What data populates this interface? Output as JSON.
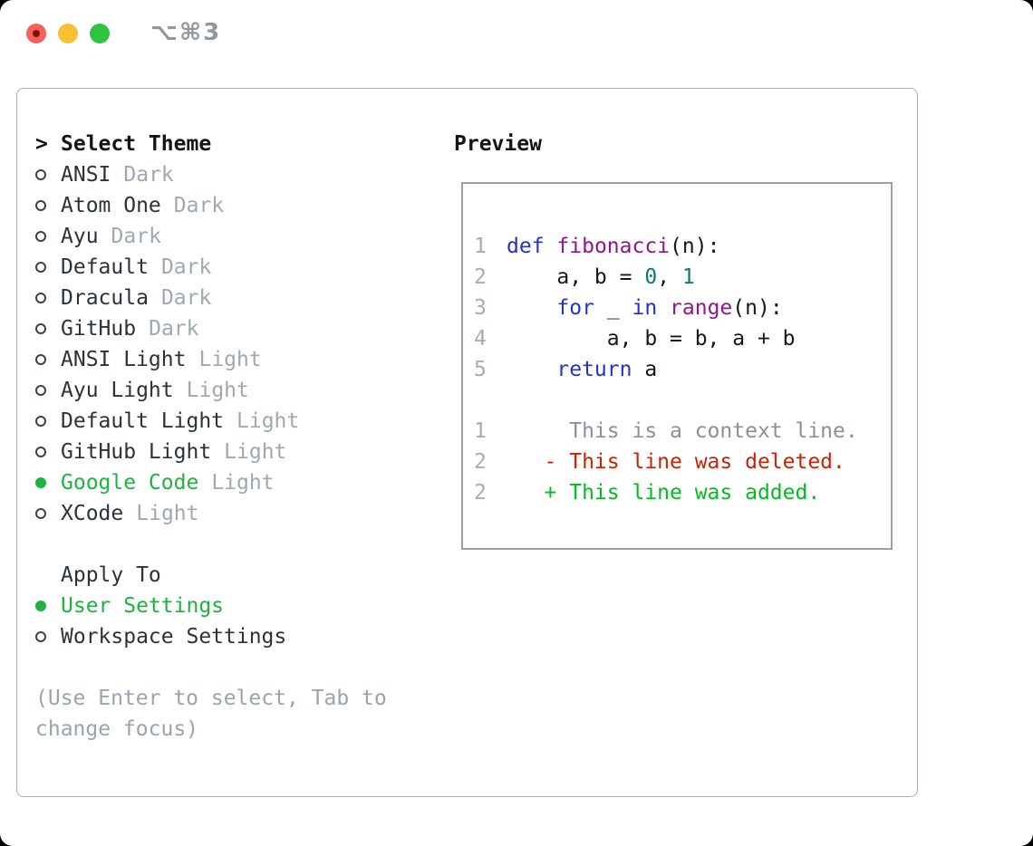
{
  "titlebar": {
    "shortcut": "⌥⌘3"
  },
  "colors": {
    "traffic_red": "#f6605a",
    "traffic_red_dot": "#870d0a",
    "traffic_yellow": "#f8c032",
    "traffic_green": "#2fc440",
    "accent_green": "#1db33e",
    "keyword_blue": "#2331cc",
    "function_purple": "#93148f",
    "number_teal": "#0d7878",
    "diff_deleted_red": "#cc2200",
    "diff_added_green": "#00bf1d"
  },
  "theme_panel": {
    "prefix": ">",
    "title": "Select Theme",
    "items": [
      {
        "name": "ANSI",
        "tag": "Dark",
        "selected": false
      },
      {
        "name": "Atom One",
        "tag": "Dark",
        "selected": false
      },
      {
        "name": "Ayu",
        "tag": "Dark",
        "selected": false
      },
      {
        "name": "Default",
        "tag": "Dark",
        "selected": false
      },
      {
        "name": "Dracula",
        "tag": "Dark",
        "selected": false
      },
      {
        "name": "GitHub",
        "tag": "Dark",
        "selected": false
      },
      {
        "name": "ANSI Light",
        "tag": "Light",
        "selected": false
      },
      {
        "name": "Ayu Light",
        "tag": "Light",
        "selected": false
      },
      {
        "name": "Default Light",
        "tag": "Light",
        "selected": false
      },
      {
        "name": "GitHub Light",
        "tag": "Light",
        "selected": false
      },
      {
        "name": "Google Code",
        "tag": "Light",
        "selected": true
      },
      {
        "name": "XCode",
        "tag": "Light",
        "selected": false
      }
    ]
  },
  "apply_panel": {
    "title": "Apply To",
    "options": [
      {
        "name": "User Settings",
        "selected": true
      },
      {
        "name": "Workspace Settings",
        "selected": false
      }
    ]
  },
  "help_text": "(Use Enter to select, Tab to change focus)",
  "preview_panel": {
    "title": "Preview",
    "code_lines": [
      {
        "num": "1",
        "tokens": [
          [
            "def",
            "kw"
          ],
          [
            " ",
            "pl"
          ],
          [
            "fibonacci",
            "fn"
          ],
          [
            "(n):",
            "pl"
          ]
        ]
      },
      {
        "num": "2",
        "tokens": [
          [
            "    a, b = ",
            "pl"
          ],
          [
            "0",
            "num"
          ],
          [
            ", ",
            "pl"
          ],
          [
            "1",
            "num"
          ]
        ]
      },
      {
        "num": "3",
        "tokens": [
          [
            "    ",
            "pl"
          ],
          [
            "for",
            "kw"
          ],
          [
            " _ ",
            "pl"
          ],
          [
            "in",
            "kw"
          ],
          [
            " ",
            "pl"
          ],
          [
            "range",
            "fn"
          ],
          [
            "(n):",
            "pl"
          ]
        ]
      },
      {
        "num": "4",
        "tokens": [
          [
            "        a, b = b, a + b",
            "pl"
          ]
        ]
      },
      {
        "num": "5",
        "tokens": [
          [
            "    ",
            "pl"
          ],
          [
            "return",
            "kw"
          ],
          [
            " a",
            "pl"
          ]
        ]
      }
    ],
    "diff_lines": [
      {
        "num": "1",
        "text": "     This is a context line.",
        "kind": "context"
      },
      {
        "num": "2",
        "text": "   - This line was deleted.",
        "kind": "deleted"
      },
      {
        "num": "2",
        "text": "   + This line was added.",
        "kind": "added"
      }
    ]
  }
}
